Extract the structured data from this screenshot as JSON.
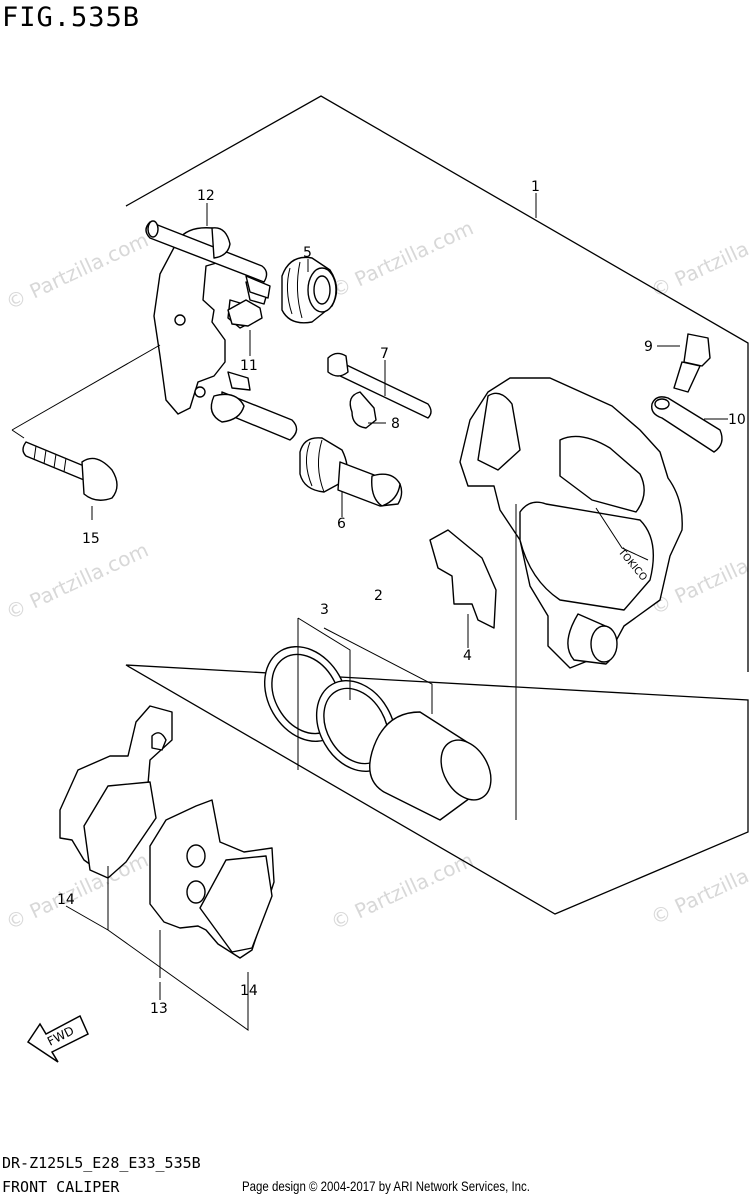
{
  "figure": {
    "title": "FIG.535B"
  },
  "footer": {
    "model_code": "DR-Z125L5_E28_E33_535B",
    "section_name": "FRONT CALIPER",
    "credit": "Page design © 2004-2017 by ARI Network Services, Inc."
  },
  "watermark": {
    "text": "© Partzilla.com"
  },
  "fwd_label": "FWD",
  "callouts": {
    "c1": "1",
    "c2": "2",
    "c3": "3",
    "c4": "4",
    "c5": "5",
    "c6": "6",
    "c7": "7",
    "c8": "8",
    "c9": "9",
    "c10": "10",
    "c11": "11",
    "c12": "12",
    "c13": "13",
    "c14a": "14",
    "c14b": "14",
    "c15": "15"
  }
}
